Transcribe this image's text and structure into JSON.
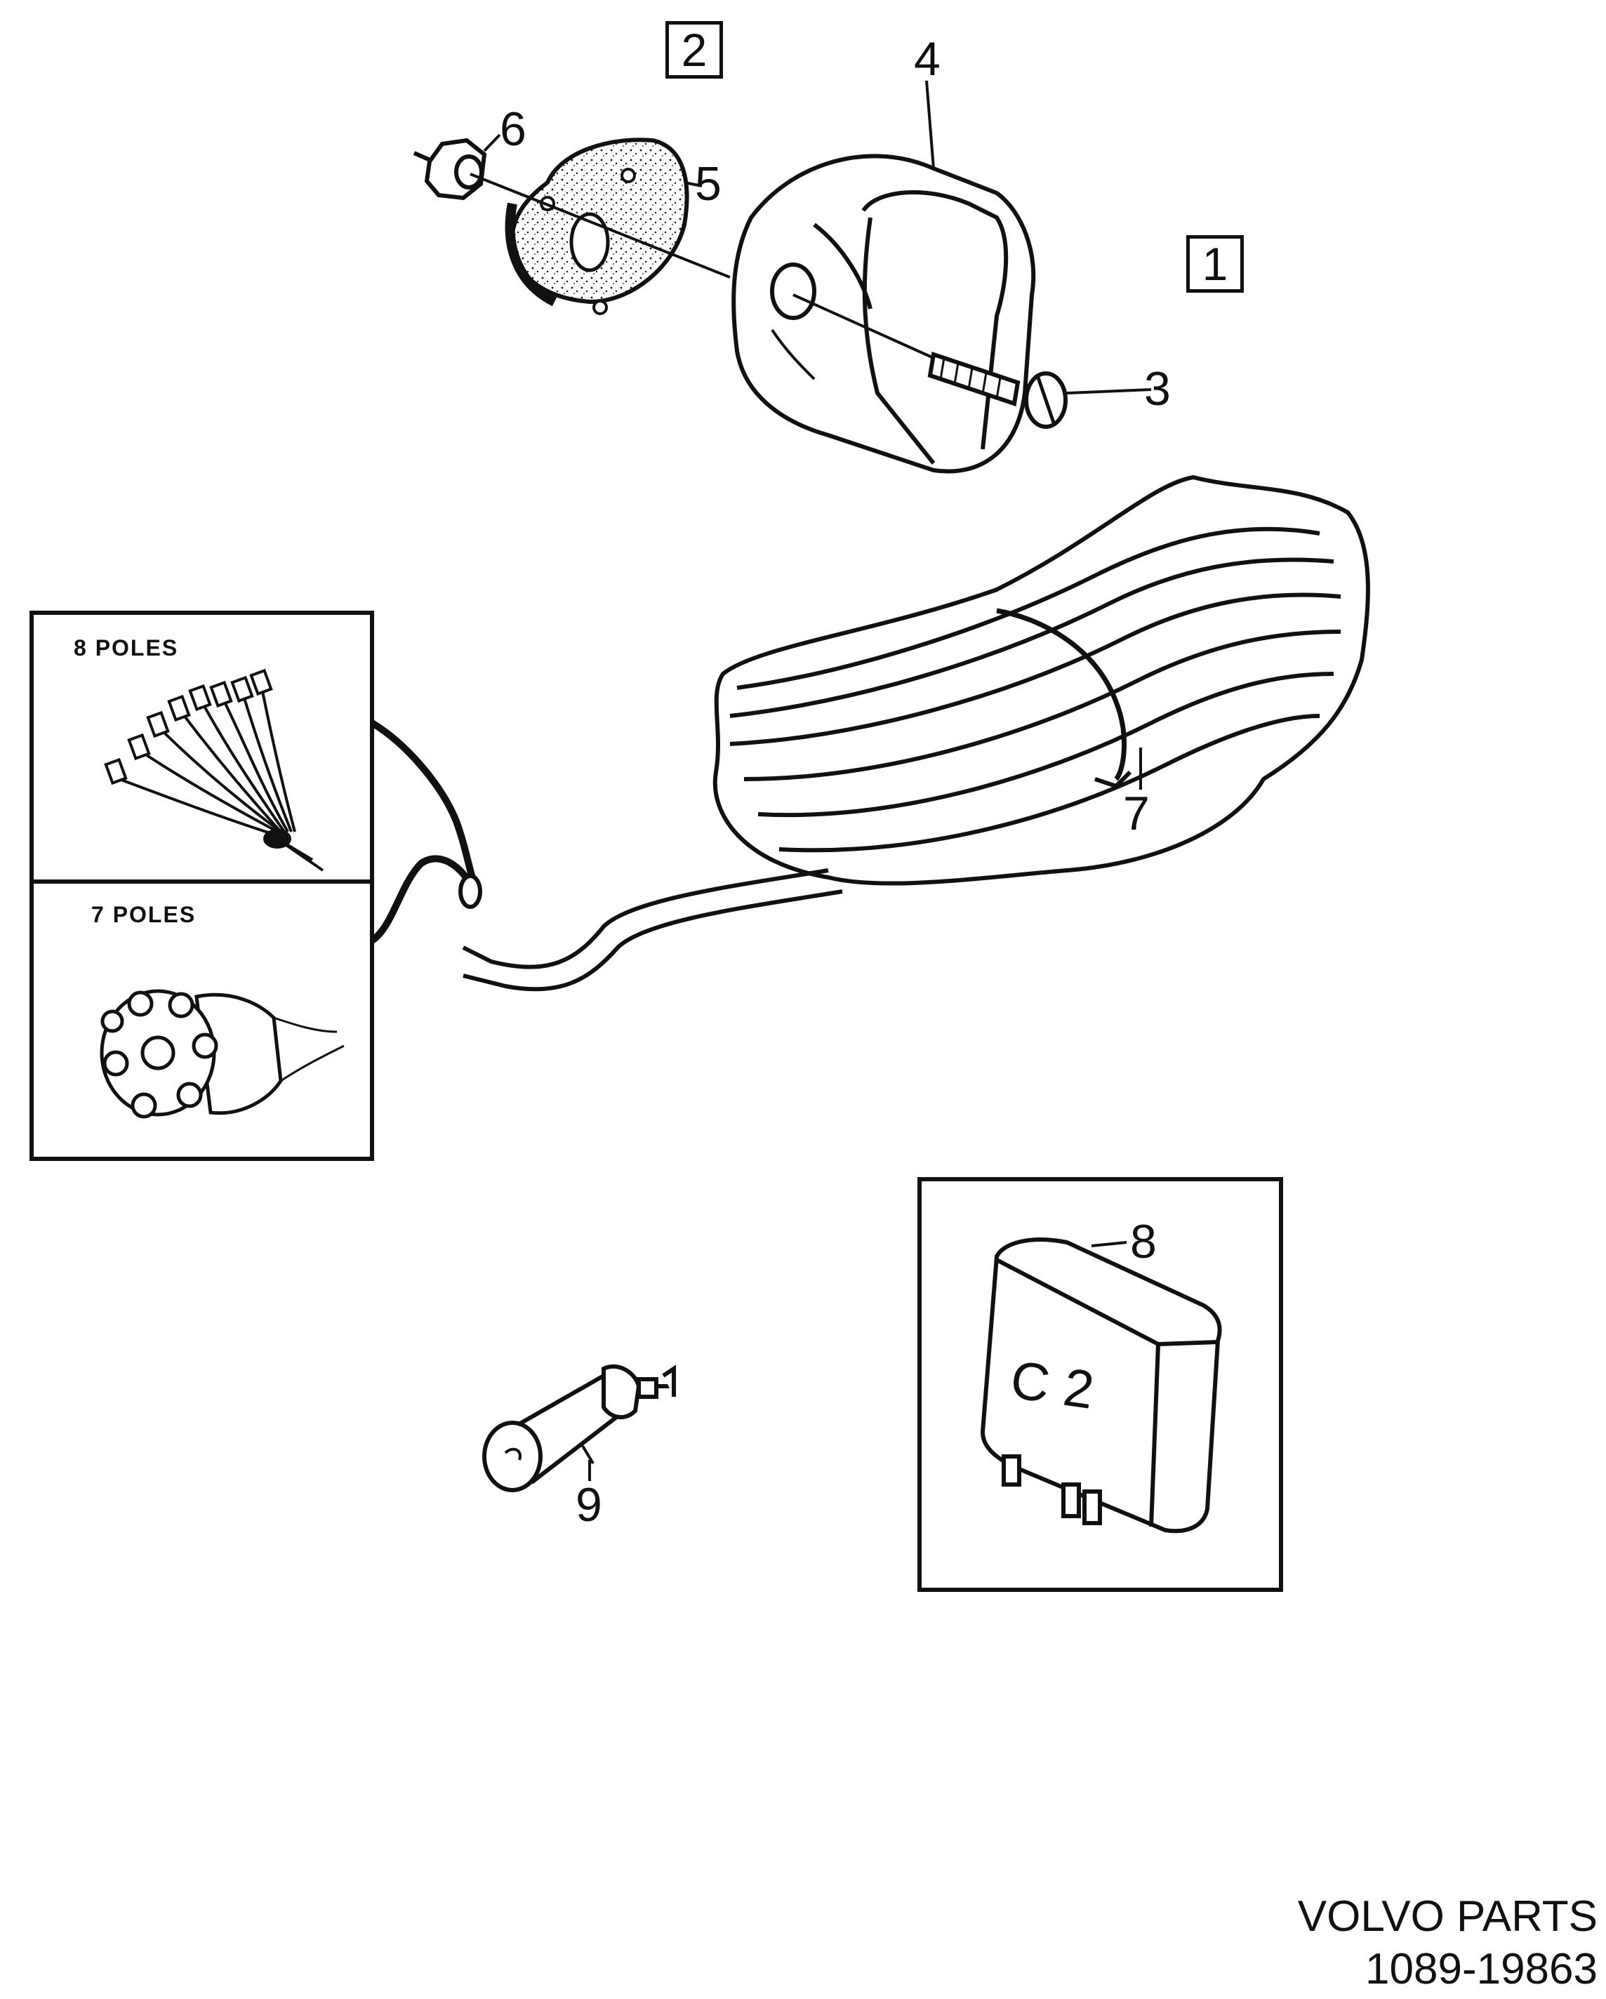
{
  "group_refs": {
    "ref_1": "1",
    "ref_2": "2"
  },
  "callouts": {
    "c3": "3",
    "c4": "4",
    "c5": "5",
    "c6": "6",
    "c7": "7",
    "c8": "8",
    "c9": "9"
  },
  "insets": {
    "eight_poles": "8 POLES",
    "seven_poles": "7 POLES"
  },
  "module_marking": "C 2",
  "footer": {
    "brand": "VOLVO PARTS",
    "code": "1089-19863"
  }
}
